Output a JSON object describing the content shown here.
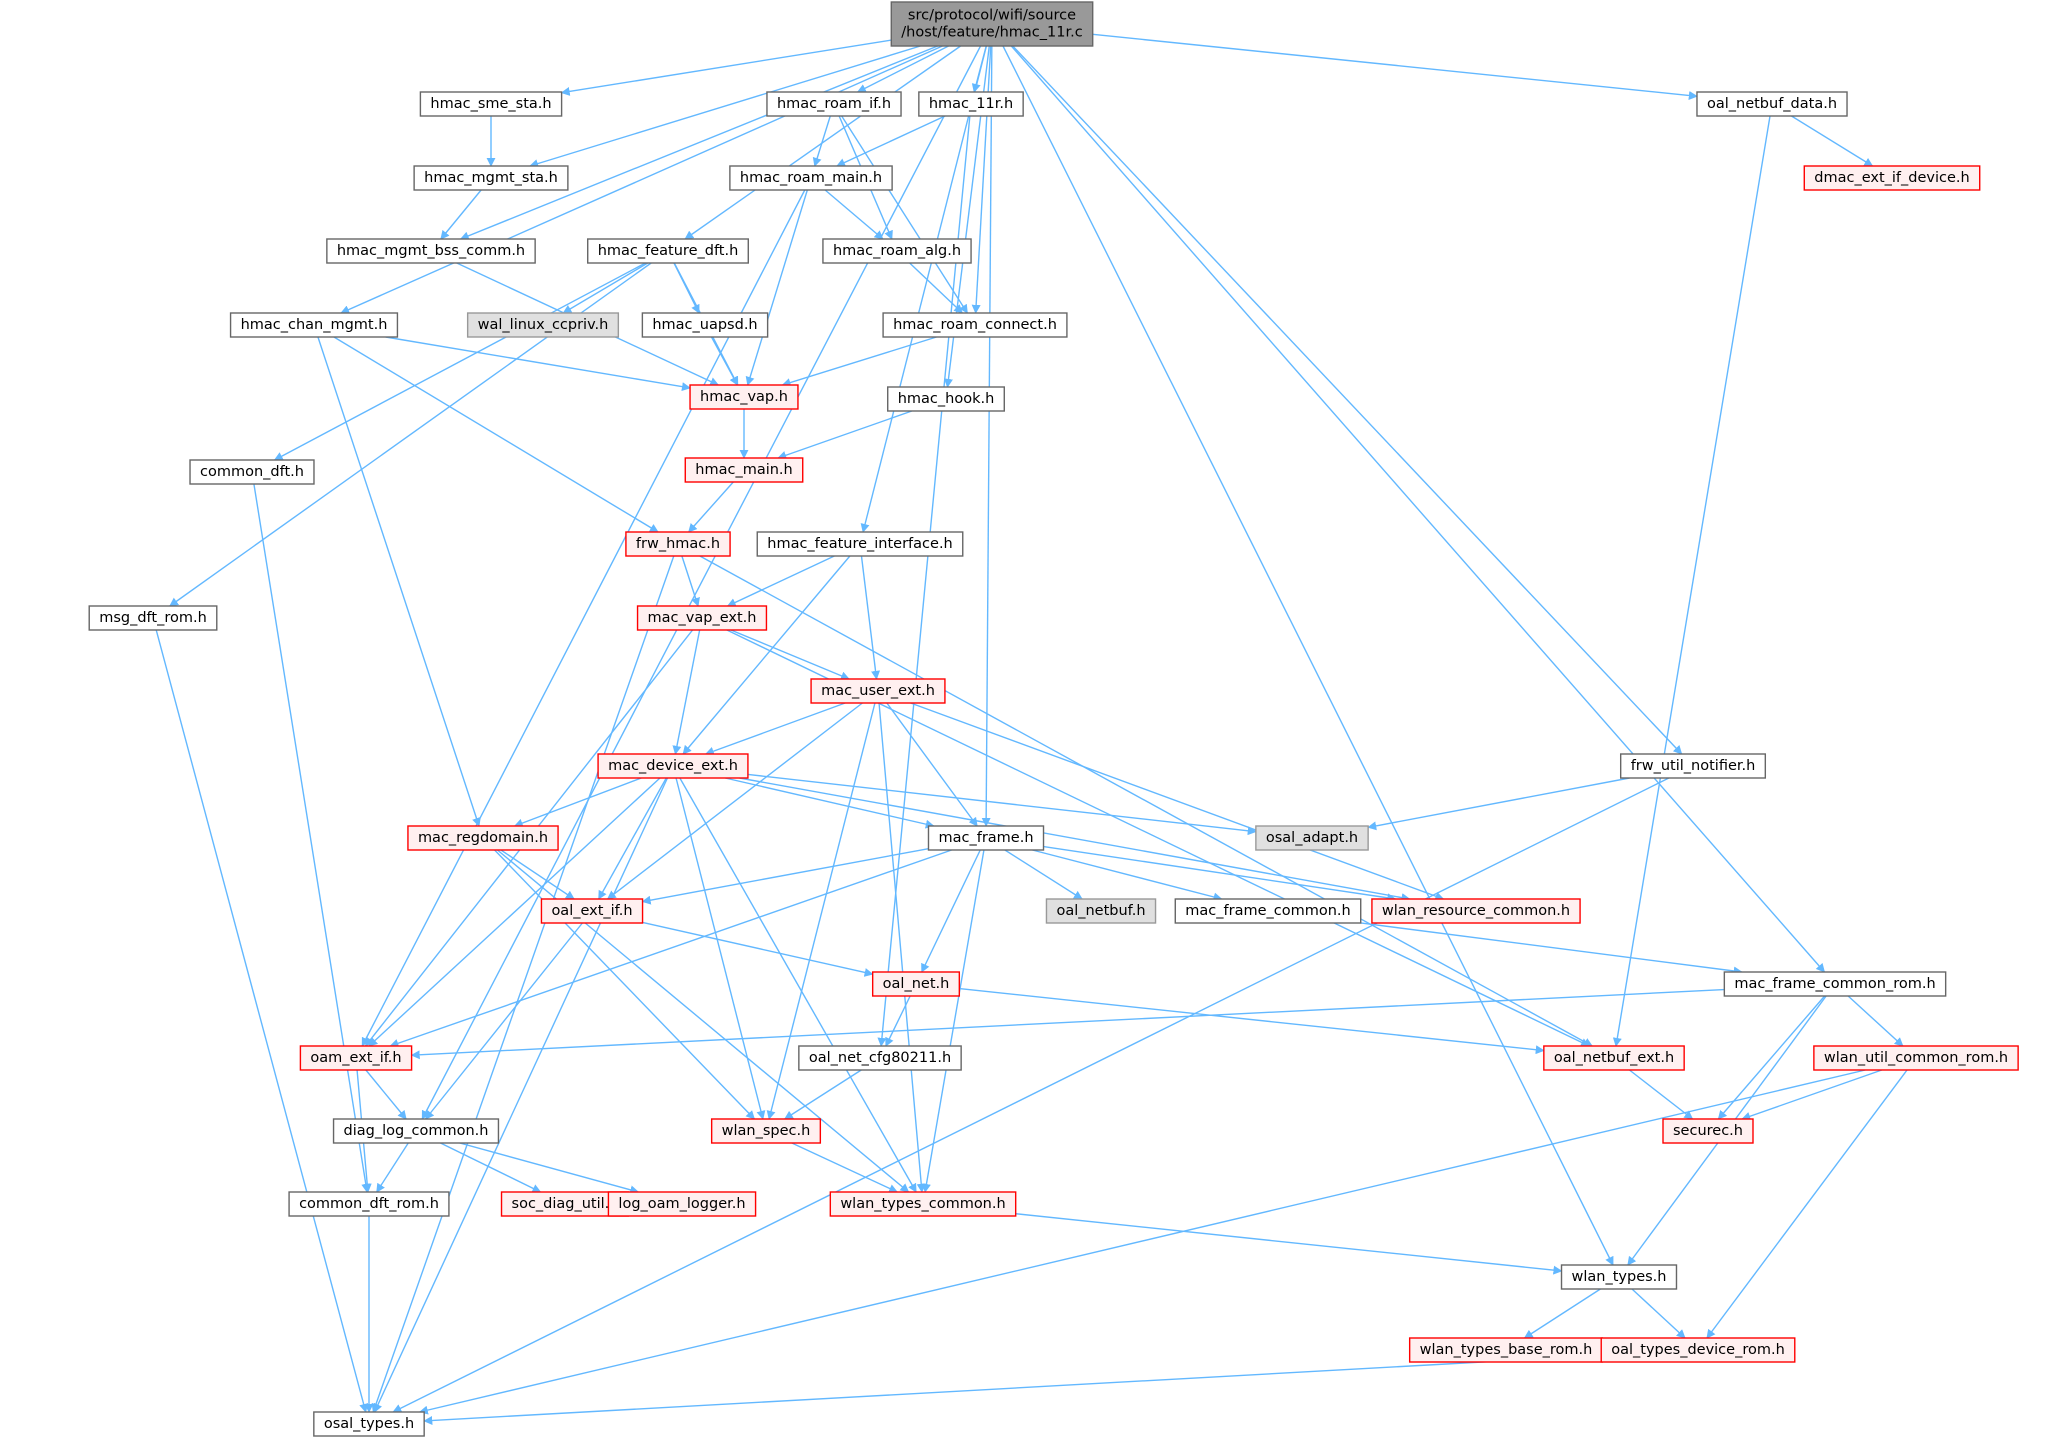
{
  "colors": {
    "edge": "#63b8ff",
    "root_fill": "#999999",
    "root_stroke": "#666666",
    "normal_fill": "#ffffff",
    "normal_stroke": "#666666",
    "truncated_fill": "#fff0f0",
    "truncated_stroke": "#ff0000",
    "external_fill": "#e0e0e0",
    "external_stroke": "#999999"
  },
  "nodes": [
    {
      "id": "root",
      "lines": [
        "src/protocol/wifi/source",
        "/host/feature/hmac_11r.c"
      ],
      "style": "root"
    },
    {
      "id": "hmac_sme_sta",
      "lines": [
        "hmac_sme_sta.h"
      ],
      "style": "normal"
    },
    {
      "id": "hmac_roam_if",
      "lines": [
        "hmac_roam_if.h"
      ],
      "style": "normal"
    },
    {
      "id": "hmac_11r",
      "lines": [
        "hmac_11r.h"
      ],
      "style": "normal"
    },
    {
      "id": "oal_netbuf_data",
      "lines": [
        "oal_netbuf_data.h"
      ],
      "style": "normal"
    },
    {
      "id": "hmac_mgmt_sta",
      "lines": [
        "hmac_mgmt_sta.h"
      ],
      "style": "normal"
    },
    {
      "id": "hmac_roam_main",
      "lines": [
        "hmac_roam_main.h"
      ],
      "style": "normal"
    },
    {
      "id": "dmac_ext_if_device",
      "lines": [
        "dmac_ext_if_device.h"
      ],
      "style": "truncated"
    },
    {
      "id": "hmac_mgmt_bss_comm",
      "lines": [
        "hmac_mgmt_bss_comm.h"
      ],
      "style": "normal"
    },
    {
      "id": "hmac_feature_dft",
      "lines": [
        "hmac_feature_dft.h"
      ],
      "style": "normal"
    },
    {
      "id": "hmac_roam_alg",
      "lines": [
        "hmac_roam_alg.h"
      ],
      "style": "normal"
    },
    {
      "id": "hmac_chan_mgmt",
      "lines": [
        "hmac_chan_mgmt.h"
      ],
      "style": "normal"
    },
    {
      "id": "wal_linux_ccpriv",
      "lines": [
        "wal_linux_ccpriv.h"
      ],
      "style": "external"
    },
    {
      "id": "hmac_uapsd",
      "lines": [
        "hmac_uapsd.h"
      ],
      "style": "normal"
    },
    {
      "id": "hmac_roam_connect",
      "lines": [
        "hmac_roam_connect.h"
      ],
      "style": "normal"
    },
    {
      "id": "hmac_vap",
      "lines": [
        "hmac_vap.h"
      ],
      "style": "truncated"
    },
    {
      "id": "hmac_hook",
      "lines": [
        "hmac_hook.h"
      ],
      "style": "normal"
    },
    {
      "id": "common_dft",
      "lines": [
        "common_dft.h"
      ],
      "style": "normal"
    },
    {
      "id": "hmac_main",
      "lines": [
        "hmac_main.h"
      ],
      "style": "truncated"
    },
    {
      "id": "frw_hmac",
      "lines": [
        "frw_hmac.h"
      ],
      "style": "truncated"
    },
    {
      "id": "hmac_feature_interface",
      "lines": [
        "hmac_feature_interface.h"
      ],
      "style": "normal"
    },
    {
      "id": "msg_dft_rom",
      "lines": [
        "msg_dft_rom.h"
      ],
      "style": "normal"
    },
    {
      "id": "mac_vap_ext",
      "lines": [
        "mac_vap_ext.h"
      ],
      "style": "truncated"
    },
    {
      "id": "mac_user_ext",
      "lines": [
        "mac_user_ext.h"
      ],
      "style": "truncated"
    },
    {
      "id": "frw_util_notifier",
      "lines": [
        "frw_util_notifier.h"
      ],
      "style": "normal"
    },
    {
      "id": "mac_device_ext",
      "lines": [
        "mac_device_ext.h"
      ],
      "style": "truncated"
    },
    {
      "id": "mac_regdomain",
      "lines": [
        "mac_regdomain.h"
      ],
      "style": "truncated"
    },
    {
      "id": "mac_frame",
      "lines": [
        "mac_frame.h"
      ],
      "style": "normal"
    },
    {
      "id": "osal_adapt",
      "lines": [
        "osal_adapt.h"
      ],
      "style": "external"
    },
    {
      "id": "oal_ext_if",
      "lines": [
        "oal_ext_if.h"
      ],
      "style": "truncated"
    },
    {
      "id": "oal_netbuf",
      "lines": [
        "oal_netbuf.h"
      ],
      "style": "external"
    },
    {
      "id": "mac_frame_common",
      "lines": [
        "mac_frame_common.h"
      ],
      "style": "normal"
    },
    {
      "id": "wlan_resource_common",
      "lines": [
        "wlan_resource_common.h"
      ],
      "style": "truncated"
    },
    {
      "id": "oal_net",
      "lines": [
        "oal_net.h"
      ],
      "style": "truncated"
    },
    {
      "id": "mac_frame_common_rom",
      "lines": [
        "mac_frame_common_rom.h"
      ],
      "style": "normal"
    },
    {
      "id": "oam_ext_if",
      "lines": [
        "oam_ext_if.h"
      ],
      "style": "truncated"
    },
    {
      "id": "oal_net_cfg80211",
      "lines": [
        "oal_net_cfg80211.h"
      ],
      "style": "normal"
    },
    {
      "id": "oal_netbuf_ext",
      "lines": [
        "oal_netbuf_ext.h"
      ],
      "style": "truncated"
    },
    {
      "id": "wlan_util_common_rom",
      "lines": [
        "wlan_util_common_rom.h"
      ],
      "style": "truncated"
    },
    {
      "id": "diag_log_common",
      "lines": [
        "diag_log_common.h"
      ],
      "style": "normal"
    },
    {
      "id": "wlan_spec",
      "lines": [
        "wlan_spec.h"
      ],
      "style": "truncated"
    },
    {
      "id": "securec",
      "lines": [
        "securec.h"
      ],
      "style": "truncated"
    },
    {
      "id": "common_dft_rom",
      "lines": [
        "common_dft_rom.h"
      ],
      "style": "normal"
    },
    {
      "id": "soc_diag_util",
      "lines": [
        "soc_diag_util.h"
      ],
      "style": "truncated"
    },
    {
      "id": "log_oam_logger",
      "lines": [
        "log_oam_logger.h"
      ],
      "style": "truncated"
    },
    {
      "id": "wlan_types_common",
      "lines": [
        "wlan_types_common.h"
      ],
      "style": "truncated"
    },
    {
      "id": "wlan_types",
      "lines": [
        "wlan_types.h"
      ],
      "style": "normal"
    },
    {
      "id": "wlan_types_base_rom",
      "lines": [
        "wlan_types_base_rom.h"
      ],
      "style": "truncated"
    },
    {
      "id": "oal_types_device_rom",
      "lines": [
        "oal_types_device_rom.h"
      ],
      "style": "truncated"
    },
    {
      "id": "osal_types",
      "lines": [
        "osal_types.h"
      ],
      "style": "normal"
    }
  ],
  "edges": [
    [
      "root",
      "hmac_sme_sta"
    ],
    [
      "root",
      "hmac_roam_if"
    ],
    [
      "root",
      "hmac_11r"
    ],
    [
      "root",
      "oal_netbuf_data"
    ],
    [
      "root",
      "hmac_mgmt_sta"
    ],
    [
      "root",
      "hmac_mgmt_bss_comm"
    ],
    [
      "root",
      "hmac_feature_dft"
    ],
    [
      "root",
      "hmac_chan_mgmt"
    ],
    [
      "root",
      "hmac_roam_connect"
    ],
    [
      "root",
      "hmac_hook"
    ],
    [
      "root",
      "hmac_feature_interface"
    ],
    [
      "root",
      "mac_frame"
    ],
    [
      "root",
      "frw_util_notifier"
    ],
    [
      "root",
      "mac_frame_common_rom"
    ],
    [
      "root",
      "wlan_types"
    ],
    [
      "root",
      "diag_log_common"
    ],
    [
      "hmac_sme_sta",
      "hmac_mgmt_sta"
    ],
    [
      "hmac_mgmt_sta",
      "hmac_mgmt_bss_comm"
    ],
    [
      "hmac_mgmt_bss_comm",
      "hmac_vap"
    ],
    [
      "hmac_roam_if",
      "hmac_roam_main"
    ],
    [
      "hmac_roam_if",
      "hmac_roam_alg"
    ],
    [
      "hmac_roam_if",
      "hmac_roam_connect"
    ],
    [
      "hmac_11r",
      "hmac_roam_main"
    ],
    [
      "hmac_11r",
      "oal_net_cfg80211"
    ],
    [
      "hmac_roam_main",
      "hmac_roam_alg"
    ],
    [
      "hmac_roam_main",
      "hmac_vap"
    ],
    [
      "hmac_roam_main",
      "oam_ext_if"
    ],
    [
      "hmac_roam_alg",
      "hmac_roam_connect"
    ],
    [
      "hmac_roam_connect",
      "hmac_vap"
    ],
    [
      "oal_netbuf_data",
      "dmac_ext_if_device"
    ],
    [
      "oal_netbuf_data",
      "oal_netbuf_ext"
    ],
    [
      "hmac_feature_dft",
      "wal_linux_ccpriv"
    ],
    [
      "hmac_feature_dft",
      "hmac_uapsd"
    ],
    [
      "hmac_feature_dft",
      "hmac_vap"
    ],
    [
      "hmac_feature_dft",
      "common_dft"
    ],
    [
      "hmac_feature_dft",
      "msg_dft_rom"
    ],
    [
      "hmac_uapsd",
      "hmac_vap"
    ],
    [
      "hmac_chan_mgmt",
      "hmac_vap"
    ],
    [
      "hmac_chan_mgmt",
      "frw_hmac"
    ],
    [
      "hmac_chan_mgmt",
      "mac_regdomain"
    ],
    [
      "hmac_vap",
      "hmac_main"
    ],
    [
      "hmac_hook",
      "hmac_main"
    ],
    [
      "hmac_main",
      "frw_hmac"
    ],
    [
      "common_dft",
      "common_dft_rom"
    ],
    [
      "msg_dft_rom",
      "osal_types"
    ],
    [
      "frw_hmac",
      "mac_vap_ext"
    ],
    [
      "frw_hmac",
      "oal_netbuf_ext"
    ],
    [
      "frw_hmac",
      "osal_types"
    ],
    [
      "hmac_feature_interface",
      "mac_vap_ext"
    ],
    [
      "hmac_feature_interface",
      "mac_user_ext"
    ],
    [
      "hmac_feature_interface",
      "mac_device_ext"
    ],
    [
      "mac_vap_ext",
      "mac_user_ext"
    ],
    [
      "mac_vap_ext",
      "mac_device_ext"
    ],
    [
      "mac_vap_ext",
      "oam_ext_if"
    ],
    [
      "mac_vap_ext",
      "oal_netbuf_ext"
    ],
    [
      "mac_user_ext",
      "mac_device_ext"
    ],
    [
      "mac_user_ext",
      "mac_frame"
    ],
    [
      "mac_user_ext",
      "oal_ext_if"
    ],
    [
      "mac_user_ext",
      "wlan_spec"
    ],
    [
      "mac_user_ext",
      "wlan_types_common"
    ],
    [
      "mac_user_ext",
      "wlan_resource_common"
    ],
    [
      "mac_device_ext",
      "mac_regdomain"
    ],
    [
      "mac_device_ext",
      "mac_frame"
    ],
    [
      "mac_device_ext",
      "osal_adapt"
    ],
    [
      "mac_device_ext",
      "oal_ext_if"
    ],
    [
      "mac_device_ext",
      "wlan_resource_common"
    ],
    [
      "mac_device_ext",
      "oam_ext_if"
    ],
    [
      "mac_device_ext",
      "wlan_spec"
    ],
    [
      "mac_device_ext",
      "wlan_types_common"
    ],
    [
      "mac_device_ext",
      "osal_types"
    ],
    [
      "frw_util_notifier",
      "osal_adapt"
    ],
    [
      "frw_util_notifier",
      "osal_types"
    ],
    [
      "mac_regdomain",
      "oal_ext_if"
    ],
    [
      "mac_regdomain",
      "wlan_spec"
    ],
    [
      "mac_regdomain",
      "wlan_types_common"
    ],
    [
      "mac_frame",
      "oal_ext_if"
    ],
    [
      "mac_frame",
      "oal_netbuf"
    ],
    [
      "mac_frame",
      "mac_frame_common"
    ],
    [
      "mac_frame",
      "wlan_resource_common"
    ],
    [
      "mac_frame",
      "oal_net"
    ],
    [
      "mac_frame",
      "oam_ext_if"
    ],
    [
      "mac_frame",
      "wlan_types_common"
    ],
    [
      "mac_frame_common",
      "mac_frame_common_rom"
    ],
    [
      "mac_frame_common_rom",
      "oam_ext_if"
    ],
    [
      "mac_frame_common_rom",
      "wlan_util_common_rom"
    ],
    [
      "mac_frame_common_rom",
      "securec"
    ],
    [
      "mac_frame_common_rom",
      "wlan_types"
    ],
    [
      "oal_ext_if",
      "oal_net"
    ],
    [
      "oal_ext_if",
      "diag_log_common"
    ],
    [
      "oal_net",
      "oal_net_cfg80211"
    ],
    [
      "oal_net",
      "oal_netbuf_ext"
    ],
    [
      "oal_net_cfg80211",
      "wlan_spec"
    ],
    [
      "oal_netbuf_ext",
      "securec"
    ],
    [
      "wlan_util_common_rom",
      "securec"
    ],
    [
      "wlan_util_common_rom",
      "oal_types_device_rom"
    ],
    [
      "wlan_util_common_rom",
      "osal_types"
    ],
    [
      "oam_ext_if",
      "diag_log_common"
    ],
    [
      "oam_ext_if",
      "common_dft_rom"
    ],
    [
      "diag_log_common",
      "common_dft_rom"
    ],
    [
      "diag_log_common",
      "soc_diag_util"
    ],
    [
      "diag_log_common",
      "log_oam_logger"
    ],
    [
      "wlan_spec",
      "wlan_types_common"
    ],
    [
      "wlan_types_common",
      "wlan_types"
    ],
    [
      "common_dft_rom",
      "osal_types"
    ],
    [
      "wlan_types",
      "wlan_types_base_rom"
    ],
    [
      "wlan_types",
      "oal_types_device_rom"
    ],
    [
      "oal_types_device_rom",
      "osal_types"
    ]
  ]
}
